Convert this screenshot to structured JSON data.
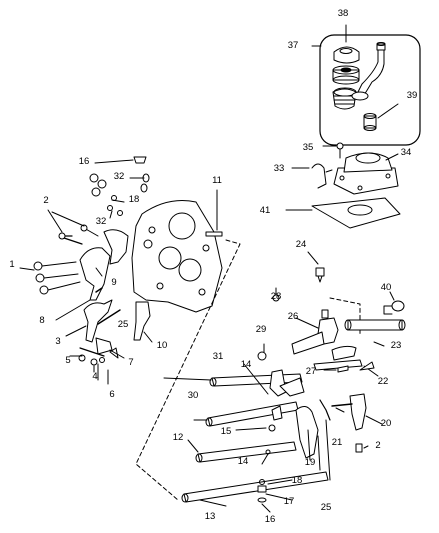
{
  "diagram": {
    "callouts": [
      {
        "id": "c38",
        "text": "38"
      },
      {
        "id": "c37",
        "text": "37"
      },
      {
        "id": "c39",
        "text": "39"
      },
      {
        "id": "c35",
        "text": "35"
      },
      {
        "id": "c34",
        "text": "34"
      },
      {
        "id": "c33",
        "text": "33"
      },
      {
        "id": "c41",
        "text": "41"
      },
      {
        "id": "c16a",
        "text": "16"
      },
      {
        "id": "c32a",
        "text": "32"
      },
      {
        "id": "c18a",
        "text": "18"
      },
      {
        "id": "c32b",
        "text": "32"
      },
      {
        "id": "c11",
        "text": "11"
      },
      {
        "id": "c2a",
        "text": "2"
      },
      {
        "id": "c1",
        "text": "1"
      },
      {
        "id": "c9",
        "text": "9"
      },
      {
        "id": "c8",
        "text": "8"
      },
      {
        "id": "c25a",
        "text": "25"
      },
      {
        "id": "c3",
        "text": "3"
      },
      {
        "id": "c5",
        "text": "5"
      },
      {
        "id": "c4",
        "text": "4"
      },
      {
        "id": "c7",
        "text": "7"
      },
      {
        "id": "c6",
        "text": "6"
      },
      {
        "id": "c10",
        "text": "10"
      },
      {
        "id": "c24",
        "text": "24"
      },
      {
        "id": "c40",
        "text": "40"
      },
      {
        "id": "c28",
        "text": "28"
      },
      {
        "id": "c29",
        "text": "29"
      },
      {
        "id": "c26",
        "text": "26"
      },
      {
        "id": "c23",
        "text": "23"
      },
      {
        "id": "c31",
        "text": "31"
      },
      {
        "id": "c14a",
        "text": "14"
      },
      {
        "id": "c27",
        "text": "27"
      },
      {
        "id": "c22",
        "text": "22"
      },
      {
        "id": "c30",
        "text": "30"
      },
      {
        "id": "c15",
        "text": "15"
      },
      {
        "id": "c20",
        "text": "20"
      },
      {
        "id": "c21",
        "text": "21"
      },
      {
        "id": "c12",
        "text": "12"
      },
      {
        "id": "c14b",
        "text": "14"
      },
      {
        "id": "c19",
        "text": "19"
      },
      {
        "id": "c2b",
        "text": "2"
      },
      {
        "id": "c18b",
        "text": "18"
      },
      {
        "id": "c17",
        "text": "17"
      },
      {
        "id": "c13",
        "text": "13"
      },
      {
        "id": "c16b",
        "text": "16"
      },
      {
        "id": "c25b",
        "text": "25"
      }
    ]
  }
}
